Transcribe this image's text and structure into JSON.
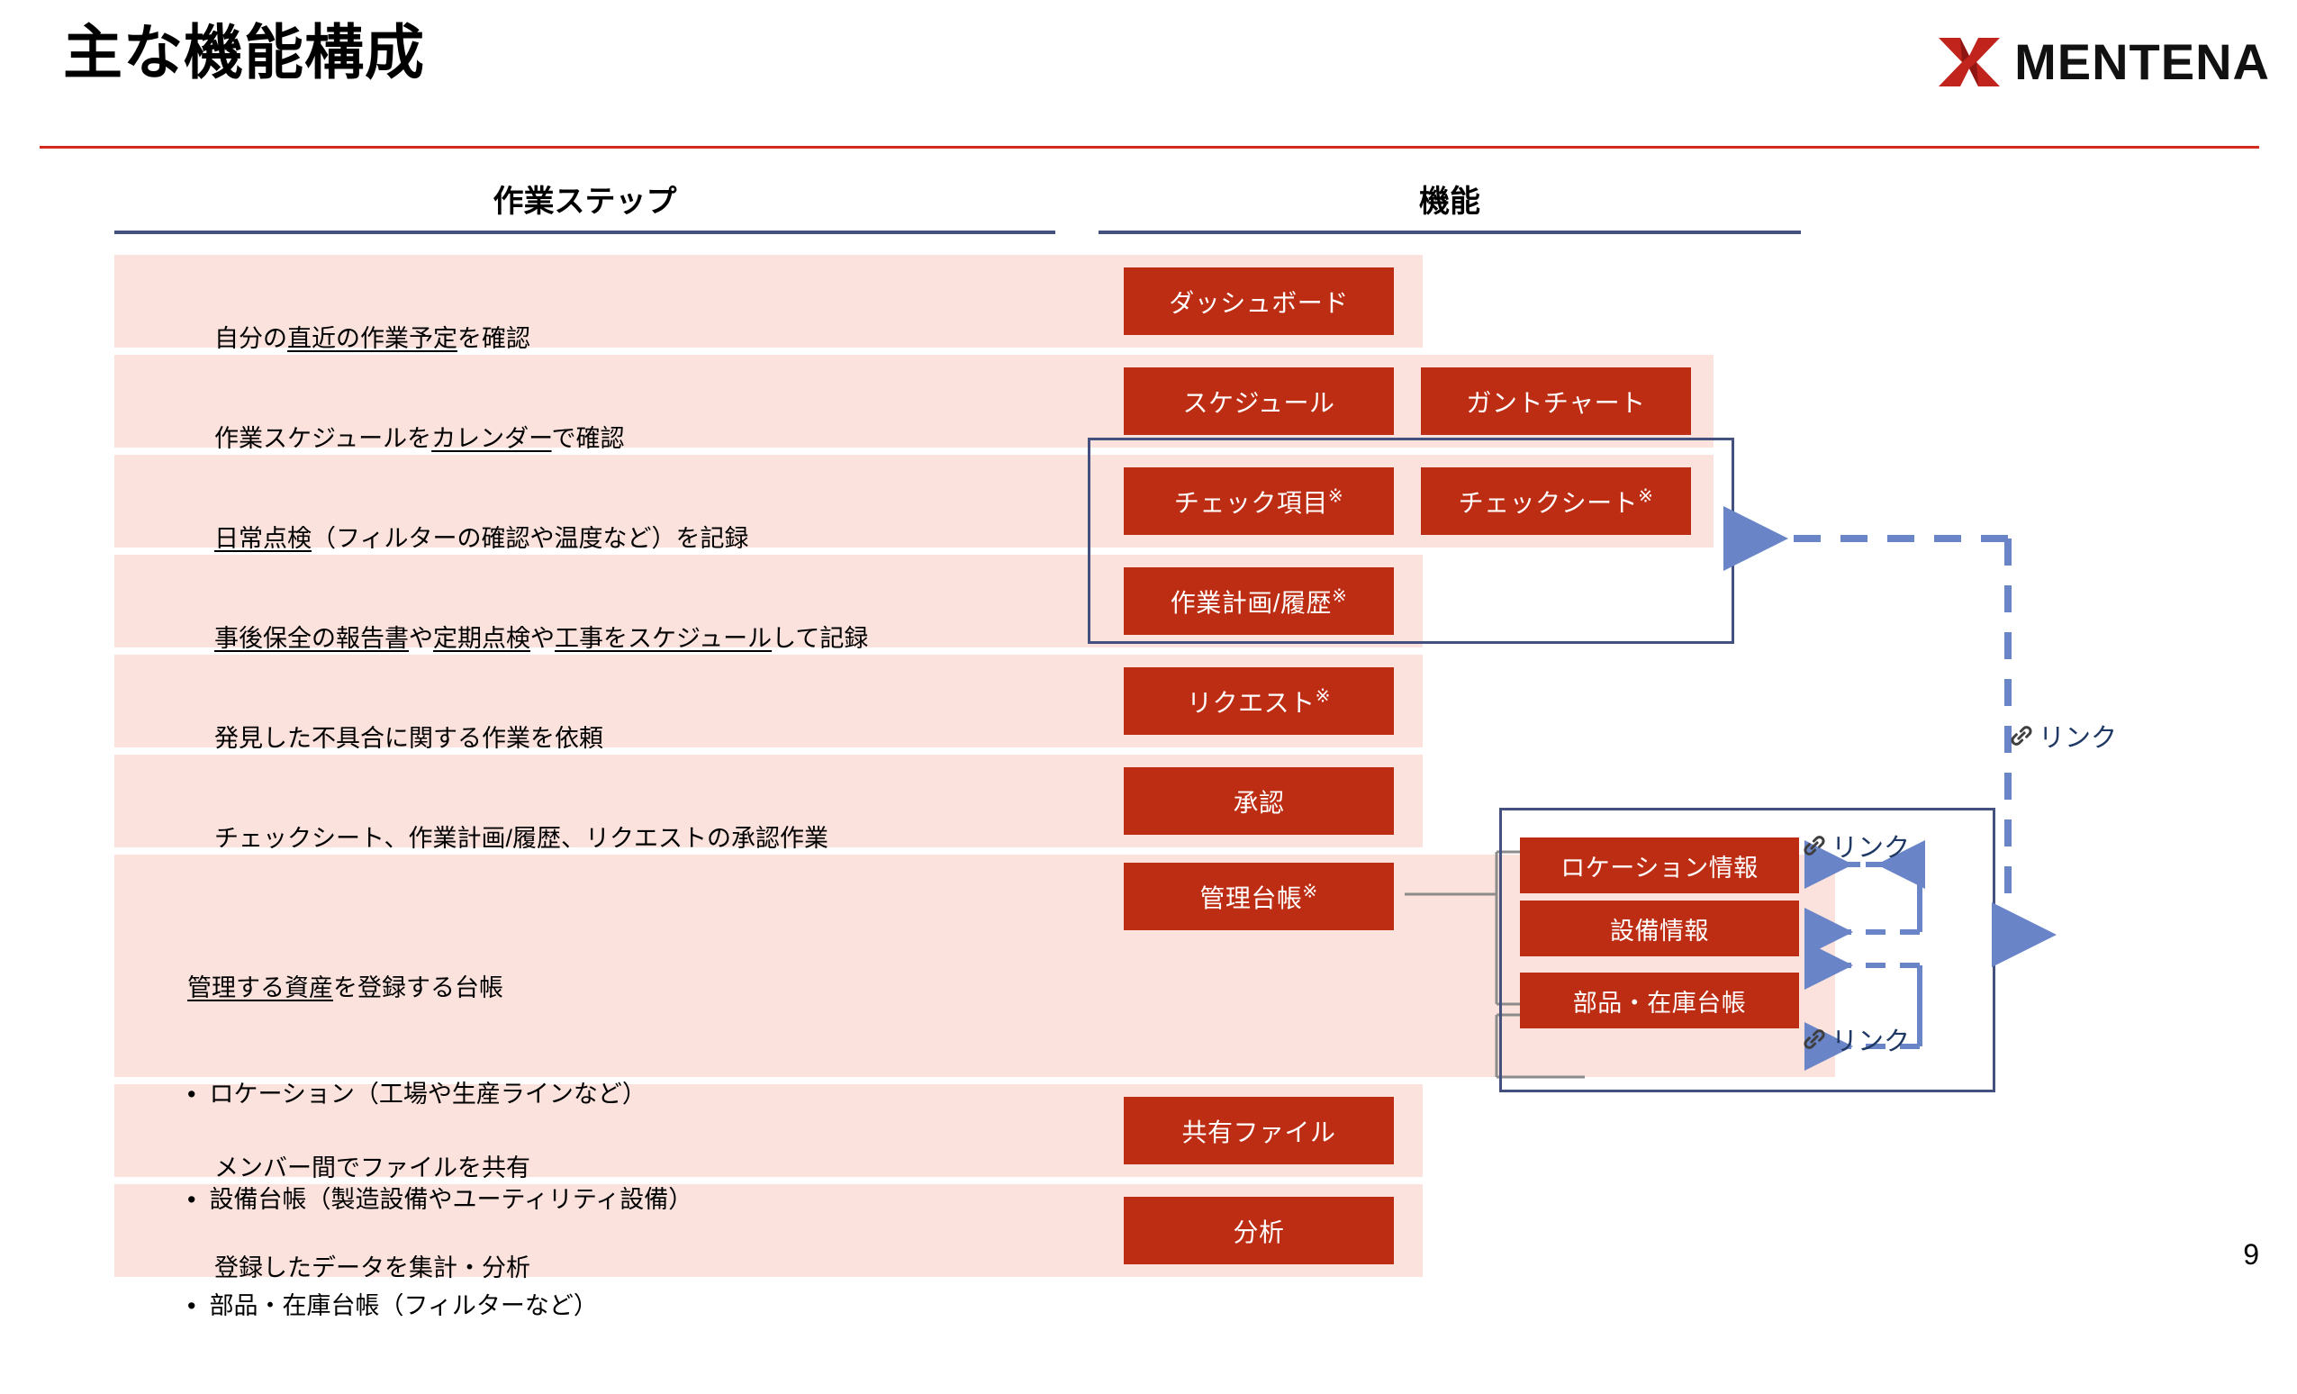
{
  "slide": {
    "title": "主な機能構成",
    "page_number": "9",
    "brand": {
      "logo_text": "MENTENA",
      "logo_icon": "mentena-x-mark",
      "accent_color": "#d42a1e",
      "chip_color": "#bd2d13",
      "band_color": "#fbe2dd",
      "outline_color": "#44517f",
      "link_arrow_color": "#6a84c8"
    },
    "columns": {
      "steps_heading": "作業ステップ",
      "functions_heading": "機能"
    },
    "rows": [
      {
        "id": "dashboard",
        "step_parts": [
          {
            "text": "自分の",
            "underline": false
          },
          {
            "text": "直近の作業予定",
            "underline": true
          },
          {
            "text": "を確認",
            "underline": false
          }
        ],
        "functions": [
          "ダッシュボード"
        ]
      },
      {
        "id": "schedule",
        "step_parts": [
          {
            "text": "作業スケジュールを",
            "underline": false
          },
          {
            "text": "カレンダー",
            "underline": true
          },
          {
            "text": "で確認",
            "underline": false
          }
        ],
        "functions": [
          "スケジュール",
          "ガントチャート"
        ]
      },
      {
        "id": "daily-check",
        "step_parts": [
          {
            "text": "日常点検",
            "underline": true
          },
          {
            "text": "（フィルターの確認や温度など）を記録",
            "underline": false
          }
        ],
        "functions": [
          "チェック項目※",
          "チェックシート※"
        ]
      },
      {
        "id": "work-plan",
        "step_parts": [
          {
            "text": "事後保全の報告書",
            "underline": true
          },
          {
            "text": "や",
            "underline": false
          },
          {
            "text": "定期点検",
            "underline": true
          },
          {
            "text": "や",
            "underline": false
          },
          {
            "text": "工事をスケジュール",
            "underline": true
          },
          {
            "text": "して記録",
            "underline": false
          }
        ],
        "functions": [
          "作業計画/履歴※"
        ]
      },
      {
        "id": "request",
        "step_parts": [
          {
            "text": "発見した不具合に関する作業を依頼",
            "underline": false
          }
        ],
        "functions": [
          "リクエスト※"
        ]
      },
      {
        "id": "approval",
        "step_parts": [
          {
            "text": "チェックシート、作業計画/履歴、リクエストの承認作業",
            "underline": false
          }
        ],
        "functions": [
          "承認"
        ]
      },
      {
        "id": "master-ledger",
        "step_heading_parts": [
          {
            "text": "管理する資産",
            "underline": true
          },
          {
            "text": "を登録する台帳",
            "underline": false
          }
        ],
        "step_bullets": [
          "ロケーション（工場や生産ラインなど）",
          "設備台帳（製造設備やユーティリティ設備）",
          "部品・在庫台帳（フィルターなど）"
        ],
        "functions": [
          "管理台帳※"
        ],
        "sub_functions": [
          "ロケーション情報",
          "設備情報",
          "部品・在庫台帳"
        ]
      },
      {
        "id": "shared-files",
        "step_parts": [
          {
            "text": "メンバー間でファイルを共有",
            "underline": false
          }
        ],
        "functions": [
          "共有ファイル"
        ]
      },
      {
        "id": "analysis",
        "step_parts": [
          {
            "text": "登録したデータを集計・分析",
            "underline": false
          }
        ],
        "functions": [
          "分析"
        ]
      }
    ],
    "link_labels": [
      {
        "id": "link-right-main",
        "text": "リンク",
        "icon": "chain-link-icon"
      },
      {
        "id": "link-ledger-top",
        "text": "リンク",
        "icon": "chain-link-icon"
      },
      {
        "id": "link-ledger-bottom",
        "text": "リンク",
        "icon": "chain-link-icon"
      }
    ]
  }
}
